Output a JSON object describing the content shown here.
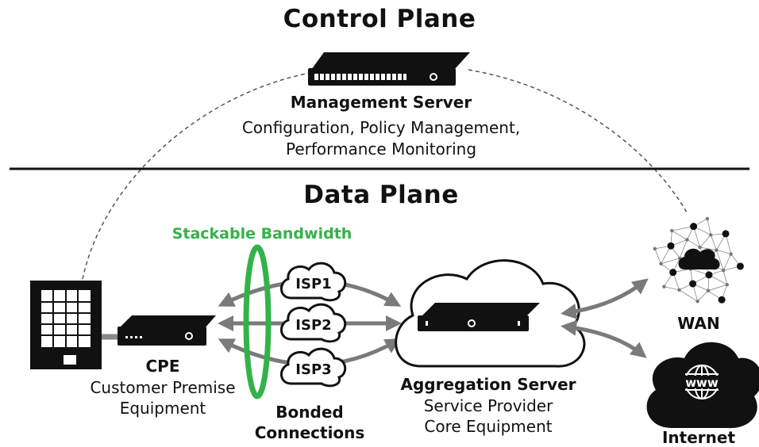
{
  "titles": {
    "control": "Control Plane",
    "data": "Data Plane"
  },
  "management": {
    "title": "Management Server",
    "line1": "Configuration, Policy Management,",
    "line2": "Performance Monitoring"
  },
  "stackable": "Stackable Bandwidth",
  "isps": [
    "ISP1",
    "ISP2",
    "ISP3"
  ],
  "cpe": {
    "title": "CPE",
    "line1": "Customer Premise",
    "line2": "Equipment"
  },
  "bonded": {
    "line1": "Bonded",
    "line2": "Connections"
  },
  "aggregation": {
    "title": "Aggregation Server",
    "line1": "Service Provider",
    "line2": "Core Equipment"
  },
  "wan": "WAN",
  "internet": {
    "label": "Internet",
    "icon_text": "www"
  },
  "colors": {
    "accent": "#33b24a",
    "arrow": "#7a7a7a",
    "ink": "#111111"
  }
}
